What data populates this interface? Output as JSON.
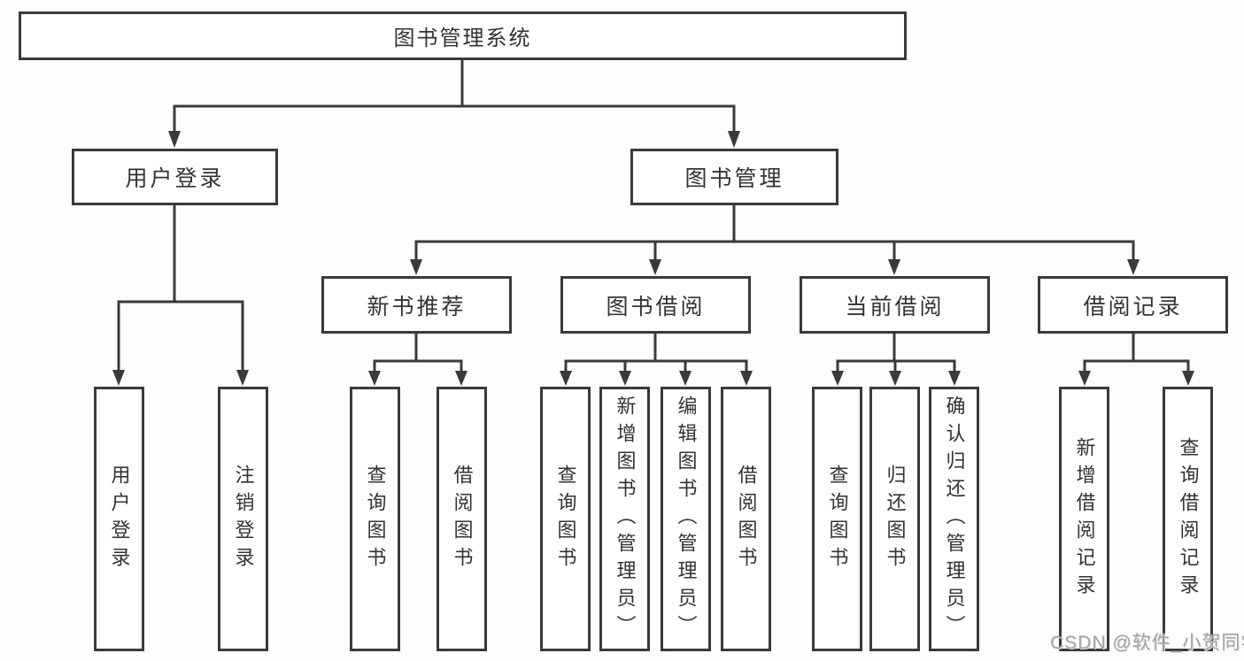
{
  "tree": {
    "label": "图书管理系统",
    "children": [
      {
        "label": "用户登录",
        "children": [
          {
            "label": "用户登录"
          },
          {
            "label": "注销登录"
          }
        ]
      },
      {
        "label": "图书管理",
        "children": [
          {
            "label": "新书推荐",
            "children": [
              {
                "label": "查询图书"
              },
              {
                "label": "借阅图书"
              }
            ]
          },
          {
            "label": "图书借阅",
            "children": [
              {
                "label": "查询图书"
              },
              {
                "label": "新增图书（管理员）"
              },
              {
                "label": "编辑图书（管理员）"
              },
              {
                "label": "借阅图书"
              }
            ]
          },
          {
            "label": "当前借阅",
            "children": [
              {
                "label": "查询图书"
              },
              {
                "label": "归还图书"
              },
              {
                "label": "确认归还（管理员）"
              }
            ]
          },
          {
            "label": "借阅记录",
            "children": [
              {
                "label": "新增借阅记录"
              },
              {
                "label": "查询借阅记录"
              }
            ]
          }
        ]
      }
    ]
  },
  "watermark": {
    "text": "CSDN @软件_小贺同学"
  },
  "colors": {
    "line": "#3a3a3a",
    "box_border": "#3a3a3a",
    "box_background": "#ffffff",
    "text": "#333333",
    "watermark": "#a3a3a3",
    "background": "#fdfdfd"
  }
}
